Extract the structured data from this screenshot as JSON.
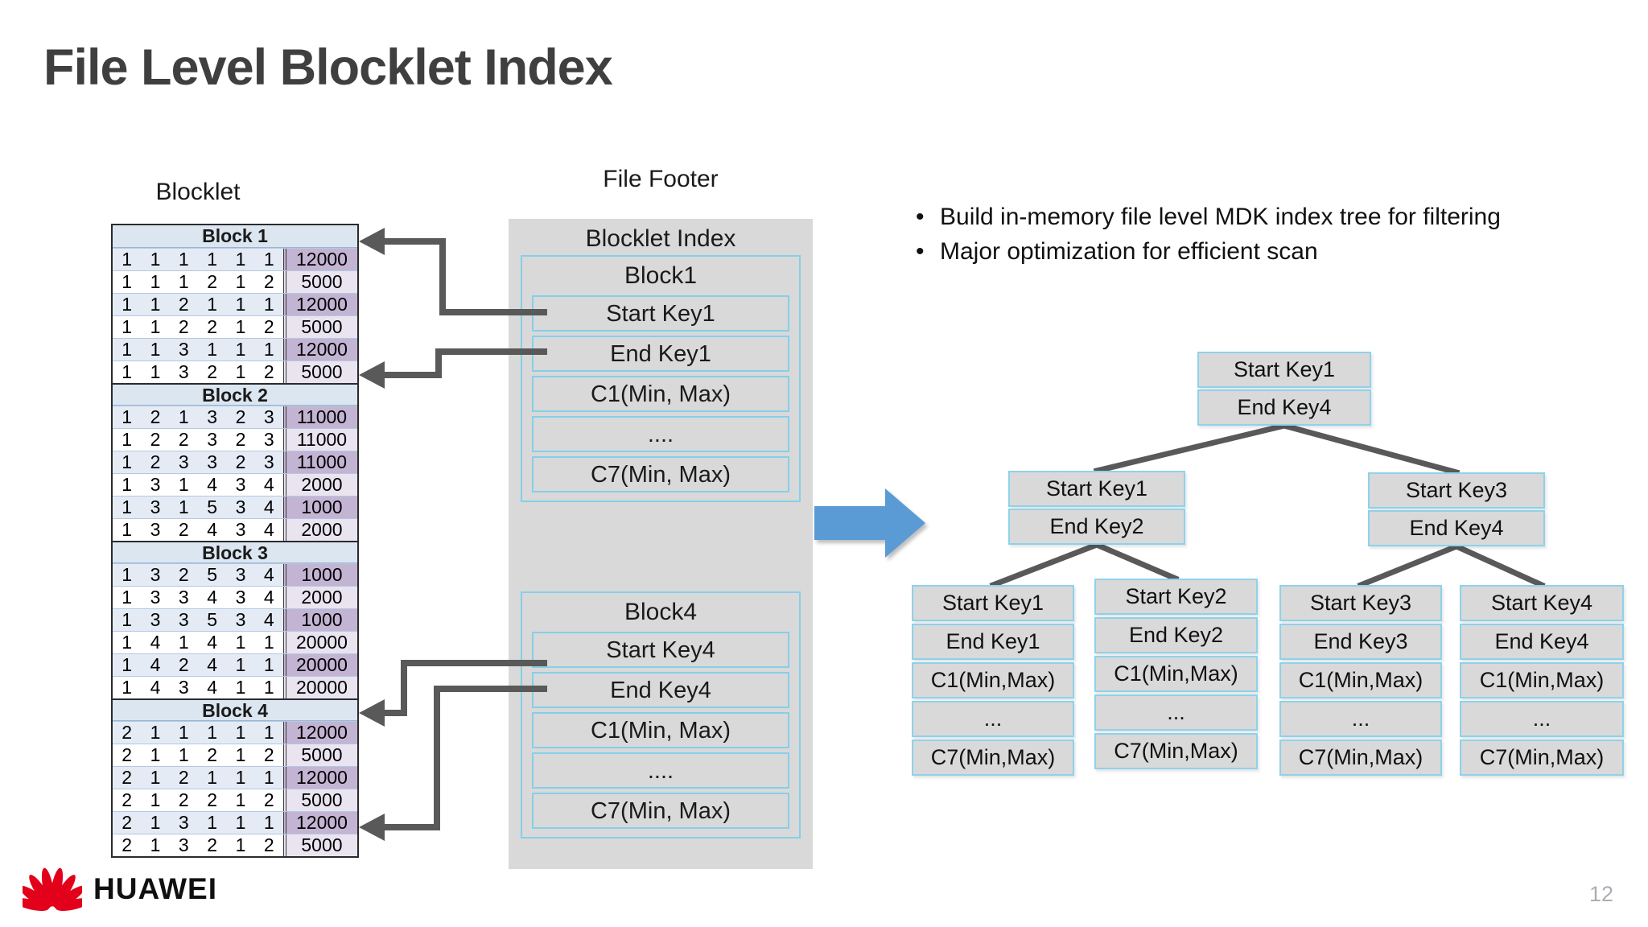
{
  "slide": {
    "title": "File Level Blocklet Index",
    "page_number": "12",
    "bullet_glyph": "•"
  },
  "bullets": [
    "Build in-memory file level MDK index tree for filtering",
    "Major optimization for efficient scan"
  ],
  "blocklet": {
    "label": "Blocklet",
    "blocks": [
      {
        "name": "Block 1",
        "rows": [
          {
            "keys": [
              1,
              1,
              1,
              1,
              1,
              1
            ],
            "value": "12000"
          },
          {
            "keys": [
              1,
              1,
              1,
              2,
              1,
              2
            ],
            "value": "5000"
          },
          {
            "keys": [
              1,
              1,
              2,
              1,
              1,
              1
            ],
            "value": "12000"
          },
          {
            "keys": [
              1,
              1,
              2,
              2,
              1,
              2
            ],
            "value": "5000"
          },
          {
            "keys": [
              1,
              1,
              3,
              1,
              1,
              1
            ],
            "value": "12000"
          },
          {
            "keys": [
              1,
              1,
              3,
              2,
              1,
              2
            ],
            "value": "5000"
          }
        ]
      },
      {
        "name": "Block 2",
        "rows": [
          {
            "keys": [
              1,
              2,
              1,
              3,
              2,
              3
            ],
            "value": "11000"
          },
          {
            "keys": [
              1,
              2,
              2,
              3,
              2,
              3
            ],
            "value": "11000"
          },
          {
            "keys": [
              1,
              2,
              3,
              3,
              2,
              3
            ],
            "value": "11000"
          },
          {
            "keys": [
              1,
              3,
              1,
              4,
              3,
              4
            ],
            "value": "2000"
          },
          {
            "keys": [
              1,
              3,
              1,
              5,
              3,
              4
            ],
            "value": "1000"
          },
          {
            "keys": [
              1,
              3,
              2,
              4,
              3,
              4
            ],
            "value": "2000"
          }
        ]
      },
      {
        "name": "Block 3",
        "rows": [
          {
            "keys": [
              1,
              3,
              2,
              5,
              3,
              4
            ],
            "value": "1000"
          },
          {
            "keys": [
              1,
              3,
              3,
              4,
              3,
              4
            ],
            "value": "2000"
          },
          {
            "keys": [
              1,
              3,
              3,
              5,
              3,
              4
            ],
            "value": "1000"
          },
          {
            "keys": [
              1,
              4,
              1,
              4,
              1,
              1
            ],
            "value": "20000"
          },
          {
            "keys": [
              1,
              4,
              2,
              4,
              1,
              1
            ],
            "value": "20000"
          },
          {
            "keys": [
              1,
              4,
              3,
              4,
              1,
              1
            ],
            "value": "20000"
          }
        ]
      },
      {
        "name": "Block 4",
        "rows": [
          {
            "keys": [
              2,
              1,
              1,
              1,
              1,
              1
            ],
            "value": "12000"
          },
          {
            "keys": [
              2,
              1,
              1,
              2,
              1,
              2
            ],
            "value": "5000"
          },
          {
            "keys": [
              2,
              1,
              2,
              1,
              1,
              1
            ],
            "value": "12000"
          },
          {
            "keys": [
              2,
              1,
              2,
              2,
              1,
              2
            ],
            "value": "5000"
          },
          {
            "keys": [
              2,
              1,
              3,
              1,
              1,
              1
            ],
            "value": "12000"
          },
          {
            "keys": [
              2,
              1,
              3,
              2,
              1,
              2
            ],
            "value": "5000"
          }
        ]
      }
    ]
  },
  "file_footer": {
    "label": "File Footer",
    "box_title": "Blocklet Index",
    "sections": [
      {
        "title": "Block1",
        "cells": [
          "Start Key1",
          "End Key1",
          "C1(Min, Max)",
          "....",
          "C7(Min, Max)"
        ]
      },
      {
        "title": "Block4",
        "cells": [
          "Start Key4",
          "End Key4",
          "C1(Min, Max)",
          "....",
          "C7(Min, Max)"
        ]
      }
    ]
  },
  "tree": {
    "root": {
      "cells": [
        "Start Key1",
        "End Key4"
      ]
    },
    "level2": [
      {
        "cells": [
          "Start Key1",
          "End Key2"
        ]
      },
      {
        "cells": [
          "Start Key3",
          "End Key4"
        ]
      }
    ],
    "leaves": [
      {
        "cells": [
          "Start Key1",
          "End Key1",
          "C1(Min,Max)",
          "...",
          "C7(Min,Max)"
        ]
      },
      {
        "cells": [
          "Start Key2",
          "End Key2",
          "C1(Min,Max)",
          "...",
          "C7(Min,Max)"
        ]
      },
      {
        "cells": [
          "Start Key3",
          "End Key3",
          "C1(Min,Max)",
          "...",
          "C7(Min,Max)"
        ]
      },
      {
        "cells": [
          "Start Key4",
          "End Key4",
          "C1(Min,Max)",
          "...",
          "C7(Min,Max)"
        ]
      }
    ]
  },
  "logo": {
    "text": "HUAWEI"
  },
  "colors": {
    "accent_blue_arrow": "#5b9bd5",
    "connector_gray": "#595959",
    "box_fill": "#d9d9d9",
    "box_border": "#85cfe9",
    "table_header_bg": "#dce6f1",
    "table_row_blue": "#e4ebf5",
    "value_purple_dark": "#c3b4d3",
    "value_purple_light": "#e9e4f0",
    "huawei_red": "#e2001a"
  }
}
